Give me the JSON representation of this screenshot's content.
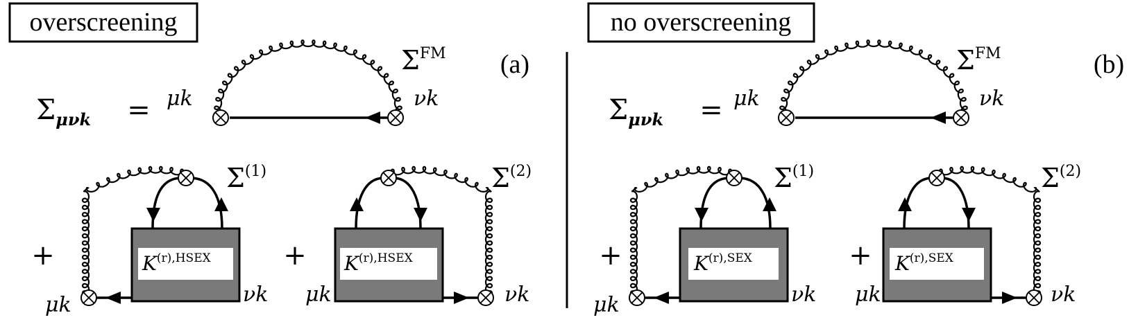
{
  "colors": {
    "ink": "#000000",
    "kernel_fill": "#7a7a7a",
    "label_bg": "#ffffff"
  },
  "panels": [
    {
      "id": "a",
      "header": "overscreening",
      "tag": "(a)",
      "lhs_symbol": "Σ",
      "lhs_subscript": "μνk",
      "equals": "=",
      "plus": "+",
      "fm_symbol": "Σ",
      "fm_superscript": "FM",
      "sigma1_symbol": "Σ",
      "sigma1_superscript": "(1)",
      "sigma2_symbol": "Σ",
      "sigma2_superscript": "(2)",
      "mu_k": "μk",
      "nu_k": "νk",
      "kernel_symbol": "K",
      "kernel_superscript": "(r),HSEX"
    },
    {
      "id": "b",
      "header": "no overscreening",
      "tag": "(b)",
      "lhs_symbol": "Σ",
      "lhs_subscript": "μνk",
      "equals": "=",
      "plus": "+",
      "fm_symbol": "Σ",
      "fm_superscript": "FM",
      "sigma1_symbol": "Σ",
      "sigma1_superscript": "(1)",
      "sigma2_symbol": "Σ",
      "sigma2_superscript": "(2)",
      "mu_k": "μk",
      "nu_k": "νk",
      "kernel_symbol": "K",
      "kernel_superscript": "(r),SEX"
    }
  ]
}
